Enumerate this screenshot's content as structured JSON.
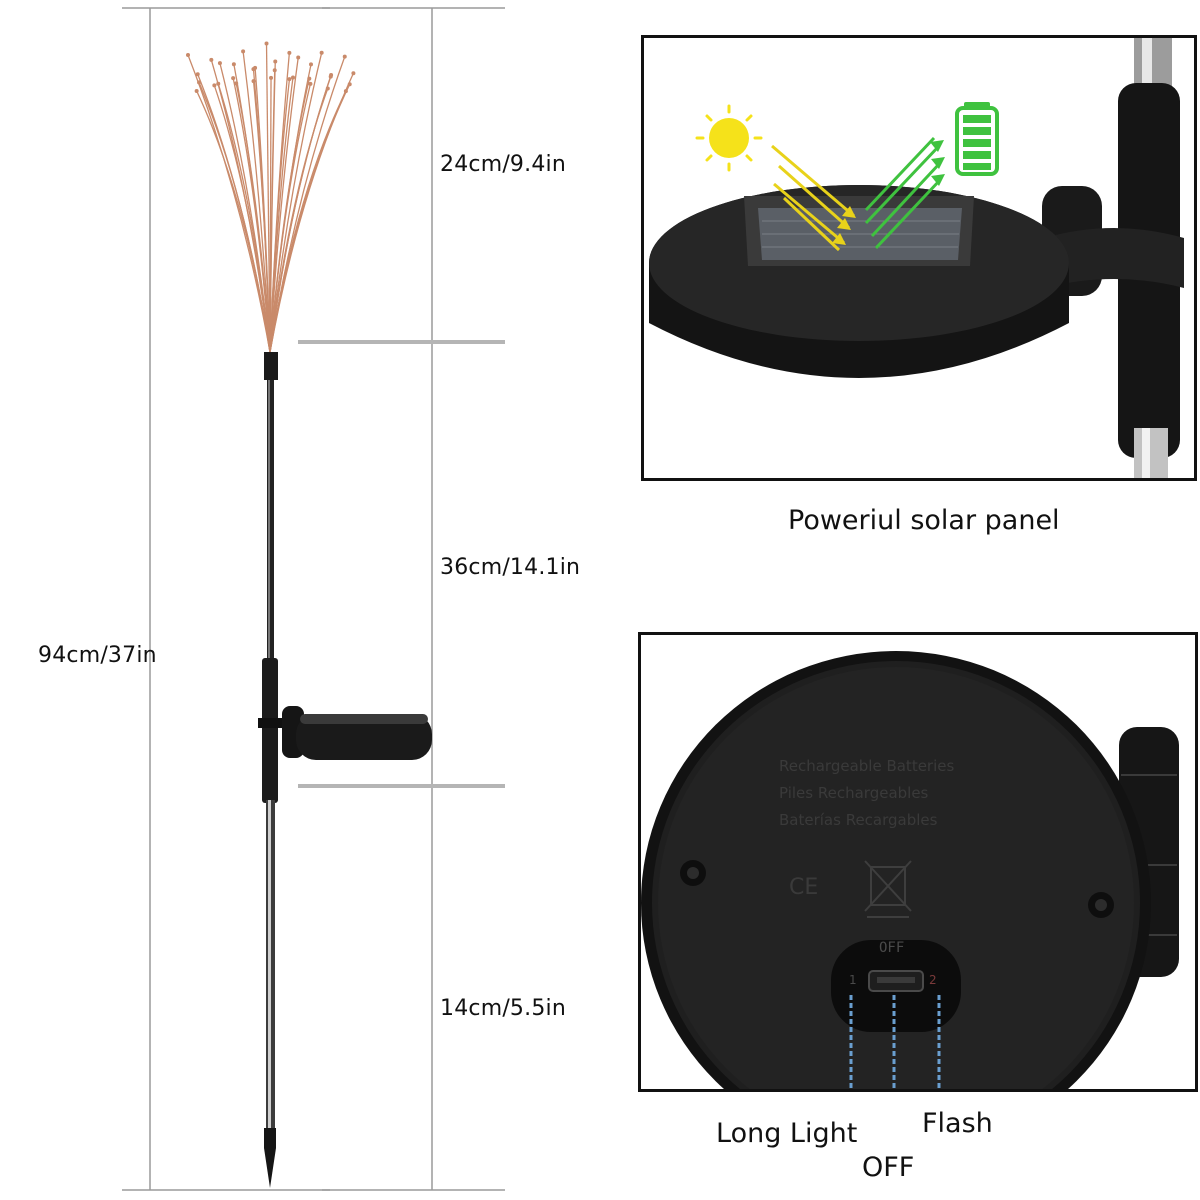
{
  "dimensions": {
    "total": "94cm/37in",
    "head": "24cm/9.4in",
    "middle": "36cm/14.1in",
    "bottom": "14cm/5.5in"
  },
  "solar_panel": {
    "caption": "Poweriul solar panel",
    "icons": [
      "sun-icon",
      "battery-icon"
    ]
  },
  "battery_box": {
    "label_lines": [
      "Rechargeable Batteries",
      "Piles Rechargeables",
      "Baterías Recargables"
    ],
    "certification": "CE",
    "switch_positions": {
      "top": "OFF",
      "left": "1",
      "right": "2"
    }
  },
  "modes": {
    "long_light": "Long Light",
    "off": "OFF",
    "flash": "Flash"
  },
  "colors": {
    "guide_line": "#9a9a9a",
    "sun": "#f5e21a",
    "battery": "#3fc23f",
    "callout": "#6a9fd0",
    "wire": "#c98a6a"
  }
}
